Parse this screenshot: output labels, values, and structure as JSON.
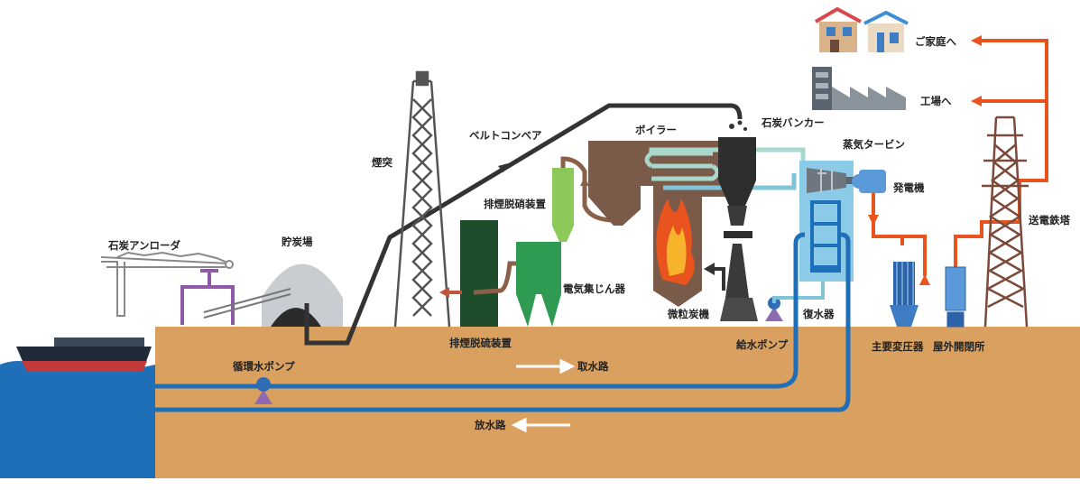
{
  "labels": {
    "coal_unloader": "石炭アンローダ",
    "coal_yard": "貯炭場",
    "chimney": "煙突",
    "belt_conveyor": "ベルトコンベア",
    "boiler": "ボイラー",
    "coal_bunker": "石炭バンカー",
    "steam_turbine": "蒸気タービン",
    "generator": "発電機",
    "denitration": "排煙脱硝装置",
    "electrostatic_precipitator": "電気集じん器",
    "desulfurization": "排煙脱硫装置",
    "pulverizer": "微粒炭機",
    "feed_pump": "給水ポンプ",
    "condenser": "復水器",
    "main_transformer": "主要変圧器",
    "outdoor_switchyard": "屋外開閉所",
    "transmission_tower": "送電鉄塔",
    "to_homes": "ご家庭へ",
    "to_factories": "工場へ",
    "circulating_pump": "循環水ポンプ",
    "water_intake": "取水路",
    "water_discharge": "放水路"
  },
  "colors": {
    "ground": "#D9A060",
    "sea": "#1E6FB8",
    "water_pipe": "#1E6FB8",
    "power_line": "#E8531E",
    "steam_pipe": "#8FD0C8",
    "boiler": "#7A5A48",
    "dark_green": "#1E4D2B",
    "green": "#2E9A52",
    "light_green": "#8CC85A",
    "pump": "#8E6BB0",
    "lattice": "#555555"
  }
}
